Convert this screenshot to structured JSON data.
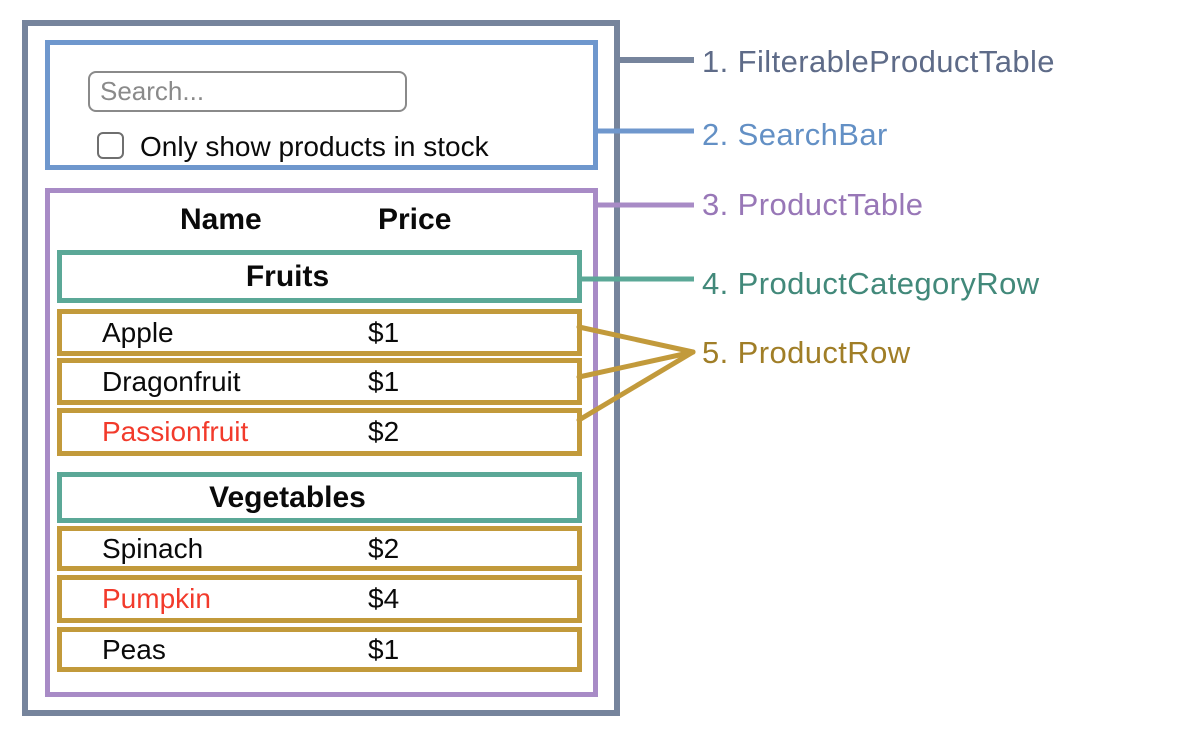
{
  "search_bar": {
    "placeholder": "Search...",
    "checkbox_label": "Only show products in stock",
    "checkbox_checked": false
  },
  "table": {
    "headers": {
      "name": "Name",
      "price": "Price"
    },
    "sections": [
      {
        "category": "Fruits",
        "products": [
          {
            "name": "Apple",
            "price": "$1",
            "tone": "default"
          },
          {
            "name": "Dragonfruit",
            "price": "$1",
            "tone": "default"
          },
          {
            "name": "Passionfruit",
            "price": "$2",
            "tone": "red"
          }
        ]
      },
      {
        "category": "Vegetables",
        "products": [
          {
            "name": "Spinach",
            "price": "$2",
            "tone": "default"
          },
          {
            "name": "Pumpkin",
            "price": "$4",
            "tone": "red"
          },
          {
            "name": "Peas",
            "price": "$1",
            "tone": "default"
          }
        ]
      }
    ]
  },
  "legend": {
    "items": [
      {
        "number": "1.",
        "label": "FilterableProductTable",
        "color": "#5E6B88"
      },
      {
        "number": "2.",
        "label": "SearchBar",
        "color": "#6390C5"
      },
      {
        "number": "3.",
        "label": "ProductTable",
        "color": "#9877B7"
      },
      {
        "number": "4.",
        "label": "ProductCategoryRow",
        "color": "#42897A"
      },
      {
        "number": "5.",
        "label": "ProductRow",
        "color": "#A07E27"
      }
    ]
  },
  "colors": {
    "outer_border": "#76849C",
    "search_border": "#6F97CD",
    "table_border": "#A88BC6",
    "category_border": "#5BA897",
    "product_row_border": "#C29A3B",
    "red_product_text": "#F23A2B"
  }
}
